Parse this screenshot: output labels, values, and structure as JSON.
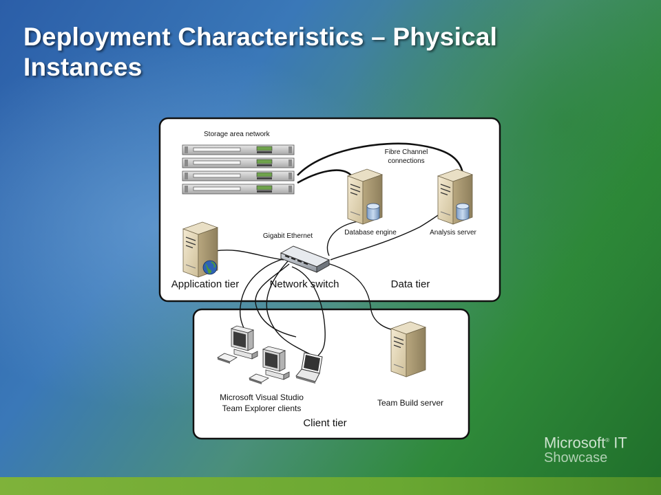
{
  "slide": {
    "title": "Deployment Characteristics – Physical Instances"
  },
  "diagram": {
    "storage_area_network": "Storage area network",
    "fibre_channel": [
      "Fibre Channel",
      "connections"
    ],
    "database_engine": "Database engine",
    "analysis_server": "Analysis server",
    "gigabit_ethernet": "Gigabit Ethernet",
    "application_tier": "Application tier",
    "network_switch": "Network switch",
    "data_tier": "Data tier",
    "clients": [
      "Microsoft Visual Studio",
      "Team Explorer clients"
    ],
    "team_build_server": "Team Build server",
    "client_tier": "Client tier"
  },
  "logo": {
    "brand": "Microsoft",
    "it": "IT",
    "showcase": "Showcase"
  },
  "icons": {
    "server": "server-tower-icon",
    "database": "database-cylinder-icon",
    "globe": "globe-icon",
    "switch": "network-switch-icon",
    "storage": "storage-rack-icon",
    "desktop": "desktop-computer-icon",
    "laptop": "laptop-icon"
  }
}
